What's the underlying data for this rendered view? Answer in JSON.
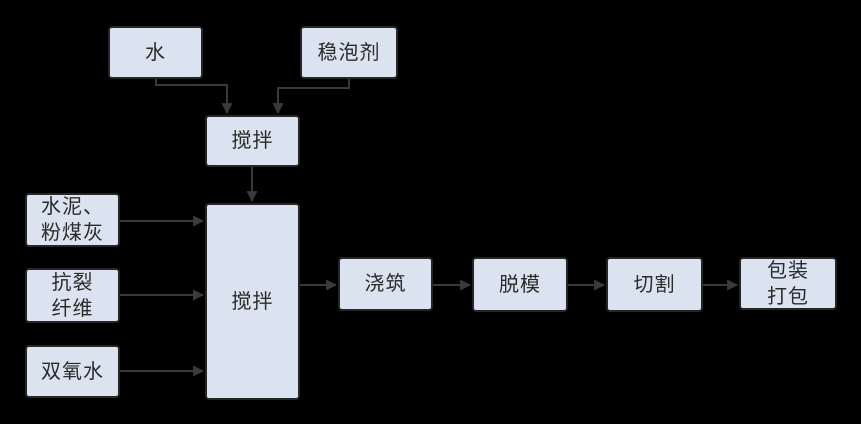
{
  "diagram": {
    "type": "flowchart",
    "nodes": {
      "water": {
        "label": "水"
      },
      "foam_stabilizer": {
        "label": "稳泡剂"
      },
      "mix_top": {
        "label": "搅拌"
      },
      "mix_main": {
        "label": "搅拌"
      },
      "cement_flyash": {
        "label": "水泥、\n粉煤灰"
      },
      "anticrack_fiber": {
        "label": "抗裂\n纤维"
      },
      "hydrogen_peroxide": {
        "label": "双氧水"
      },
      "pouring": {
        "label": "浇筑"
      },
      "demolding": {
        "label": "脱模"
      },
      "cutting": {
        "label": "切割"
      },
      "packaging": {
        "label": "包装\n打包"
      }
    },
    "edges": [
      {
        "from": "water",
        "to": "mix_top"
      },
      {
        "from": "foam_stabilizer",
        "to": "mix_top"
      },
      {
        "from": "mix_top",
        "to": "mix_main"
      },
      {
        "from": "cement_flyash",
        "to": "mix_main"
      },
      {
        "from": "anticrack_fiber",
        "to": "mix_main"
      },
      {
        "from": "hydrogen_peroxide",
        "to": "mix_main"
      },
      {
        "from": "mix_main",
        "to": "pouring"
      },
      {
        "from": "pouring",
        "to": "demolding"
      },
      {
        "from": "demolding",
        "to": "cutting"
      },
      {
        "from": "cutting",
        "to": "packaging"
      }
    ],
    "colors": {
      "background": "#000000",
      "node_fill": "#dbe3f0",
      "node_border": "#262626",
      "arrow": "#3a3a3a",
      "text": "#2b2b2b"
    }
  }
}
